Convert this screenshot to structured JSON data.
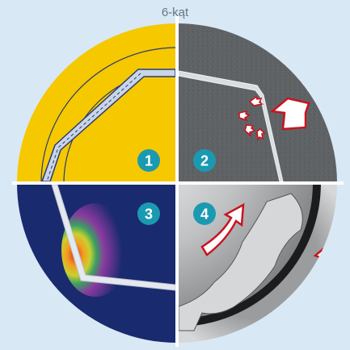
{
  "title": "6-kąt",
  "quadrants": [
    {
      "number": "1",
      "theme": "yellow-hexagon-outline"
    },
    {
      "number": "2",
      "theme": "grey-metal-deformation"
    },
    {
      "number": "3",
      "theme": "blue-stress-heatmap"
    },
    {
      "number": "4",
      "theme": "silver-socket-rotation"
    }
  ],
  "colors": {
    "background": "#d9e8f5",
    "yellow": "#f5c800",
    "grey": "#5f6265",
    "navy": "#1a2a6e",
    "silver": "#a9abad",
    "badge": "#1a9ab0",
    "arrow_red": "#c8141e"
  }
}
